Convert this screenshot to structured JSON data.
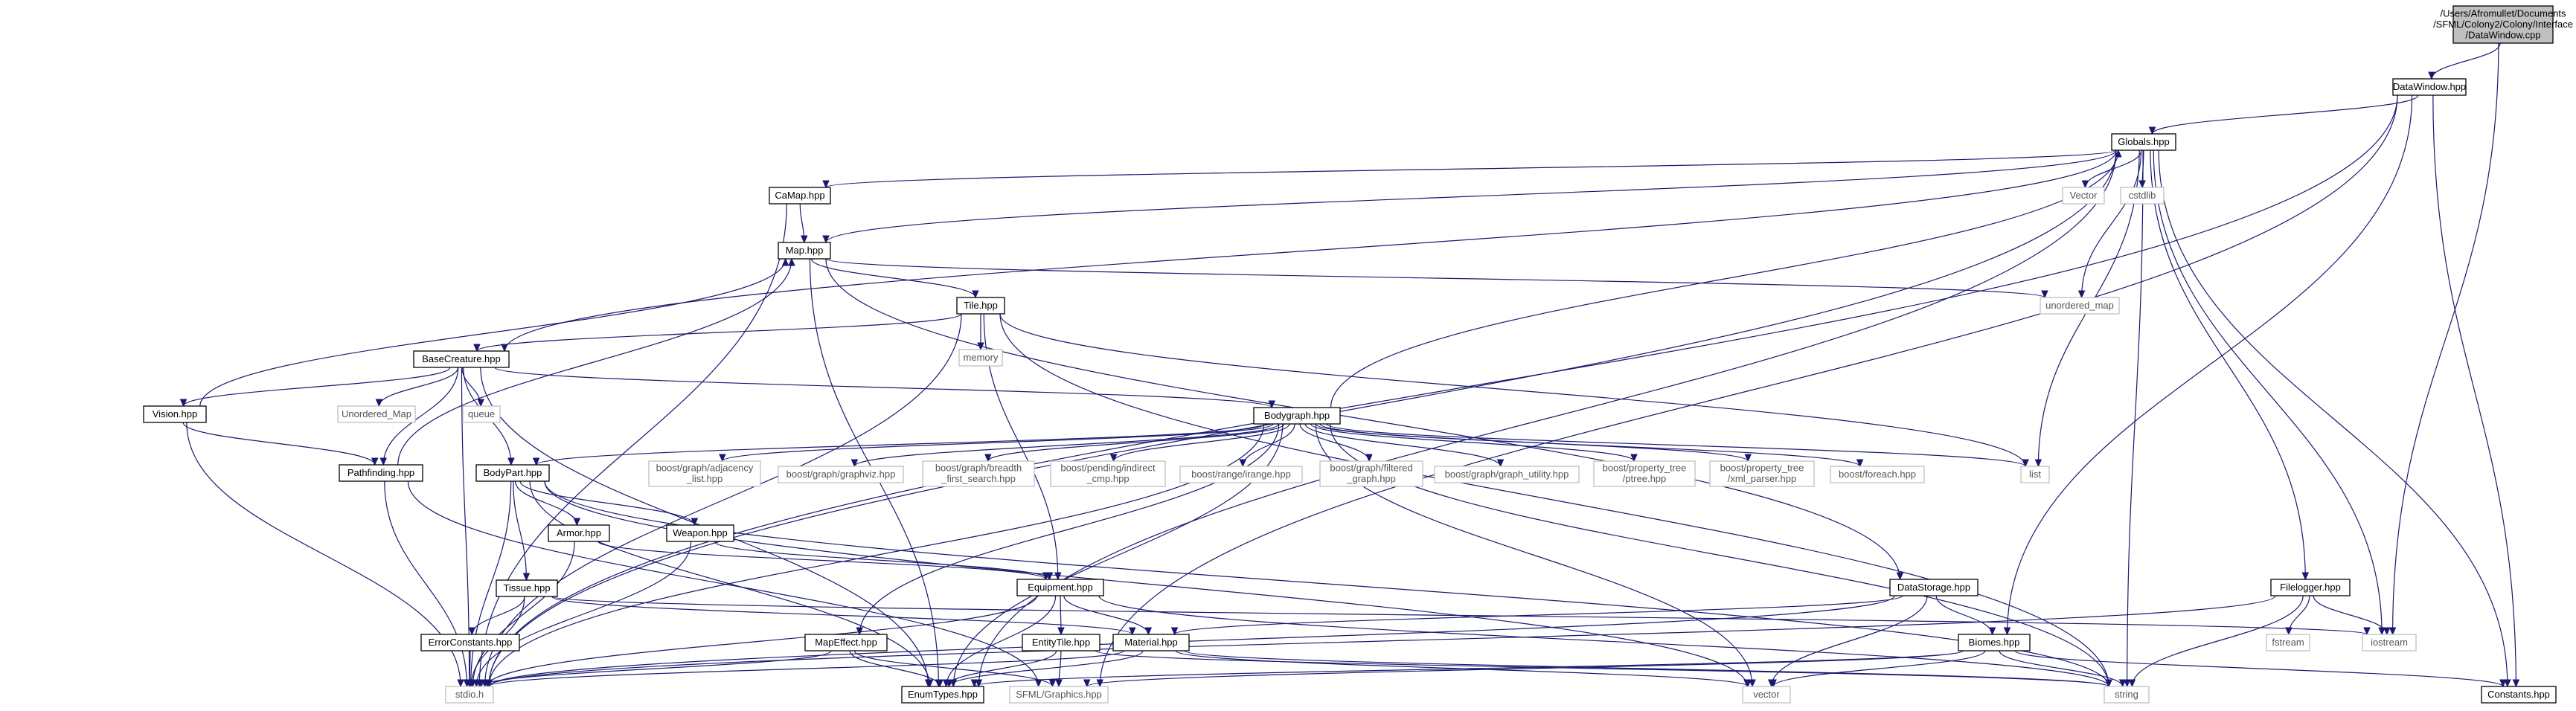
{
  "diagram": {
    "type": "include-dependency-graph",
    "root": "/Users/Afromullet/Documents/SFML/Colony2/Colony/Interface/DataWindow.cpp",
    "colors": {
      "edge": "#191970",
      "root_fill": "#bfbfbf",
      "node_border": "#000000",
      "external_border": "#bfbfbf",
      "external_text": "#555555"
    },
    "nodes": [
      {
        "id": "root",
        "lines": [
          "/Users/Afromullet/Documents",
          "/SFML/Colony2/Colony/Interface",
          "/DataWindow.cpp"
        ],
        "kind": "root"
      },
      {
        "id": "datawindow",
        "lines": [
          "DataWindow.hpp"
        ],
        "kind": "doc"
      },
      {
        "id": "globals",
        "lines": [
          "Globals.hpp"
        ],
        "kind": "doc"
      },
      {
        "id": "camap",
        "lines": [
          "CaMap.hpp"
        ],
        "kind": "doc"
      },
      {
        "id": "vector_cap",
        "lines": [
          "Vector"
        ],
        "kind": "ext"
      },
      {
        "id": "cstdlib",
        "lines": [
          "cstdlib"
        ],
        "kind": "ext"
      },
      {
        "id": "map",
        "lines": [
          "Map.hpp"
        ],
        "kind": "doc"
      },
      {
        "id": "tile",
        "lines": [
          "Tile.hpp"
        ],
        "kind": "doc"
      },
      {
        "id": "unordered_map",
        "lines": [
          "unordered_map"
        ],
        "kind": "ext"
      },
      {
        "id": "memory",
        "lines": [
          "memory"
        ],
        "kind": "ext"
      },
      {
        "id": "basecreature",
        "lines": [
          "BaseCreature.hpp"
        ],
        "kind": "doc"
      },
      {
        "id": "unordered_Map",
        "lines": [
          "Unordered_Map"
        ],
        "kind": "ext"
      },
      {
        "id": "queue",
        "lines": [
          "queue"
        ],
        "kind": "ext"
      },
      {
        "id": "vision",
        "lines": [
          "Vision.hpp"
        ],
        "kind": "doc"
      },
      {
        "id": "bodygraph",
        "lines": [
          "Bodygraph.hpp"
        ],
        "kind": "doc"
      },
      {
        "id": "pathfinding",
        "lines": [
          "Pathfinding.hpp"
        ],
        "kind": "doc"
      },
      {
        "id": "bodypart",
        "lines": [
          "BodyPart.hpp"
        ],
        "kind": "doc"
      },
      {
        "id": "adjacency",
        "lines": [
          "boost/graph/adjacency",
          "_list.hpp"
        ],
        "kind": "ext"
      },
      {
        "id": "graphviz",
        "lines": [
          "boost/graph/graphviz.hpp"
        ],
        "kind": "ext"
      },
      {
        "id": "bfs",
        "lines": [
          "boost/graph/breadth",
          "_first_search.hpp"
        ],
        "kind": "ext"
      },
      {
        "id": "indirect",
        "lines": [
          "boost/pending/indirect",
          "_cmp.hpp"
        ],
        "kind": "ext"
      },
      {
        "id": "irange",
        "lines": [
          "boost/range/irange.hpp"
        ],
        "kind": "ext"
      },
      {
        "id": "filtered",
        "lines": [
          "boost/graph/filtered",
          "_graph.hpp"
        ],
        "kind": "ext"
      },
      {
        "id": "graphutil",
        "lines": [
          "boost/graph/graph_utility.hpp"
        ],
        "kind": "ext"
      },
      {
        "id": "ptree",
        "lines": [
          "boost/property_tree",
          "/ptree.hpp"
        ],
        "kind": "ext"
      },
      {
        "id": "xmlparser",
        "lines": [
          "boost/property_tree",
          "/xml_parser.hpp"
        ],
        "kind": "ext"
      },
      {
        "id": "foreach",
        "lines": [
          "boost/foreach.hpp"
        ],
        "kind": "ext"
      },
      {
        "id": "list",
        "lines": [
          "list"
        ],
        "kind": "ext"
      },
      {
        "id": "armor",
        "lines": [
          "Armor.hpp"
        ],
        "kind": "doc"
      },
      {
        "id": "weapon",
        "lines": [
          "Weapon.hpp"
        ],
        "kind": "doc"
      },
      {
        "id": "tissue",
        "lines": [
          "Tissue.hpp"
        ],
        "kind": "doc"
      },
      {
        "id": "equipment",
        "lines": [
          "Equipment.hpp"
        ],
        "kind": "doc"
      },
      {
        "id": "datastorage",
        "lines": [
          "DataStorage.hpp"
        ],
        "kind": "doc"
      },
      {
        "id": "filelogger",
        "lines": [
          "Filelogger.hpp"
        ],
        "kind": "doc"
      },
      {
        "id": "errorconstants",
        "lines": [
          "ErrorConstants.hpp"
        ],
        "kind": "doc"
      },
      {
        "id": "mapeffect",
        "lines": [
          "MapEffect.hpp"
        ],
        "kind": "doc"
      },
      {
        "id": "entitytile",
        "lines": [
          "EntityTile.hpp"
        ],
        "kind": "doc"
      },
      {
        "id": "material",
        "lines": [
          "Material.hpp"
        ],
        "kind": "doc"
      },
      {
        "id": "biomes",
        "lines": [
          "Biomes.hpp"
        ],
        "kind": "doc"
      },
      {
        "id": "fstream",
        "lines": [
          "fstream"
        ],
        "kind": "ext"
      },
      {
        "id": "iostream",
        "lines": [
          "iostream"
        ],
        "kind": "ext"
      },
      {
        "id": "stdio",
        "lines": [
          "stdio.h"
        ],
        "kind": "ext"
      },
      {
        "id": "enumtypes",
        "lines": [
          "EnumTypes.hpp"
        ],
        "kind": "doc"
      },
      {
        "id": "sfmlgraphics",
        "lines": [
          "SFML/Graphics.hpp"
        ],
        "kind": "ext"
      },
      {
        "id": "vector",
        "lines": [
          "vector"
        ],
        "kind": "ext"
      },
      {
        "id": "string",
        "lines": [
          "string"
        ],
        "kind": "ext"
      },
      {
        "id": "constants",
        "lines": [
          "Constants.hpp"
        ],
        "kind": "doc"
      }
    ],
    "edges": [
      [
        "root",
        "datawindow"
      ],
      [
        "root",
        "iostream"
      ],
      [
        "datawindow",
        "globals"
      ],
      [
        "datawindow",
        "stdio"
      ],
      [
        "datawindow",
        "sfmlgraphics"
      ],
      [
        "datawindow",
        "biomes"
      ],
      [
        "datawindow",
        "constants"
      ],
      [
        "globals",
        "camap"
      ],
      [
        "globals",
        "vector_cap"
      ],
      [
        "globals",
        "cstdlib"
      ],
      [
        "globals",
        "map"
      ],
      [
        "globals",
        "unordered_map"
      ],
      [
        "globals",
        "basecreature"
      ],
      [
        "globals",
        "stdio"
      ],
      [
        "globals",
        "list"
      ],
      [
        "globals",
        "filelogger"
      ],
      [
        "globals",
        "iostream"
      ],
      [
        "globals",
        "string"
      ],
      [
        "globals",
        "constants"
      ],
      [
        "globals",
        "enumtypes"
      ],
      [
        "camap",
        "map"
      ],
      [
        "camap",
        "stdio"
      ],
      [
        "map",
        "tile"
      ],
      [
        "map",
        "unordered_map"
      ],
      [
        "map",
        "datastorage"
      ],
      [
        "map",
        "enumtypes"
      ],
      [
        "tile",
        "memory"
      ],
      [
        "tile",
        "basecreature"
      ],
      [
        "tile",
        "list"
      ],
      [
        "tile",
        "equipment"
      ],
      [
        "tile",
        "stdio"
      ],
      [
        "tile",
        "string"
      ],
      [
        "basecreature",
        "unordered_Map"
      ],
      [
        "basecreature",
        "queue"
      ],
      [
        "basecreature",
        "vision"
      ],
      [
        "basecreature",
        "pathfinding"
      ],
      [
        "basecreature",
        "bodypart"
      ],
      [
        "basecreature",
        "bodygraph"
      ],
      [
        "basecreature",
        "stdio"
      ],
      [
        "basecreature",
        "enumtypes"
      ],
      [
        "vision",
        "map"
      ],
      [
        "vision",
        "pathfinding"
      ],
      [
        "vision",
        "stdio"
      ],
      [
        "pathfinding",
        "map"
      ],
      [
        "pathfinding",
        "stdio"
      ],
      [
        "pathfinding",
        "sfmlgraphics"
      ],
      [
        "bodygraph",
        "globals"
      ],
      [
        "bodygraph",
        "bodypart"
      ],
      [
        "bodygraph",
        "adjacency"
      ],
      [
        "bodygraph",
        "graphviz"
      ],
      [
        "bodygraph",
        "bfs"
      ],
      [
        "bodygraph",
        "indirect"
      ],
      [
        "bodygraph",
        "irange"
      ],
      [
        "bodygraph",
        "filtered"
      ],
      [
        "bodygraph",
        "graphutil"
      ],
      [
        "bodygraph",
        "ptree"
      ],
      [
        "bodygraph",
        "xmlparser"
      ],
      [
        "bodygraph",
        "foreach"
      ],
      [
        "bodygraph",
        "list"
      ],
      [
        "bodygraph",
        "vector"
      ],
      [
        "bodygraph",
        "string"
      ],
      [
        "bodygraph",
        "mapeffect"
      ],
      [
        "bodygraph",
        "stdio"
      ],
      [
        "bodygraph",
        "enumtypes"
      ],
      [
        "bodypart",
        "armor"
      ],
      [
        "bodypart",
        "weapon"
      ],
      [
        "bodypart",
        "tissue"
      ],
      [
        "bodypart",
        "stdio"
      ],
      [
        "bodypart",
        "enumtypes"
      ],
      [
        "bodypart",
        "string"
      ],
      [
        "bodypart",
        "vector"
      ],
      [
        "armor",
        "equipment"
      ],
      [
        "armor",
        "stdio"
      ],
      [
        "weapon",
        "equipment"
      ],
      [
        "weapon",
        "stdio"
      ],
      [
        "tissue",
        "errorconstants"
      ],
      [
        "tissue",
        "material"
      ],
      [
        "tissue",
        "stdio"
      ],
      [
        "tissue",
        "iostream"
      ],
      [
        "errorconstants",
        "stdio"
      ],
      [
        "equipment",
        "entitytile"
      ],
      [
        "equipment",
        "material"
      ],
      [
        "equipment",
        "enumtypes"
      ],
      [
        "equipment",
        "stdio"
      ],
      [
        "equipment",
        "string"
      ],
      [
        "datastorage",
        "biomes"
      ],
      [
        "datastorage",
        "material"
      ],
      [
        "datastorage",
        "vector"
      ],
      [
        "datastorage",
        "stdio"
      ],
      [
        "filelogger",
        "fstream"
      ],
      [
        "filelogger",
        "iostream"
      ],
      [
        "filelogger",
        "string"
      ],
      [
        "filelogger",
        "stdio"
      ],
      [
        "mapeffect",
        "enumtypes"
      ],
      [
        "mapeffect",
        "sfmlgraphics"
      ],
      [
        "mapeffect",
        "stdio"
      ],
      [
        "entitytile",
        "enumtypes"
      ],
      [
        "entitytile",
        "sfmlgraphics"
      ],
      [
        "entitytile",
        "string"
      ],
      [
        "material",
        "enumtypes"
      ],
      [
        "material",
        "stdio"
      ],
      [
        "material",
        "vector"
      ],
      [
        "material",
        "string"
      ],
      [
        "biomes",
        "enumtypes"
      ],
      [
        "biomes",
        "sfmlgraphics"
      ],
      [
        "biomes",
        "string"
      ],
      [
        "biomes",
        "vector"
      ],
      [
        "biomes",
        "constants"
      ]
    ]
  }
}
